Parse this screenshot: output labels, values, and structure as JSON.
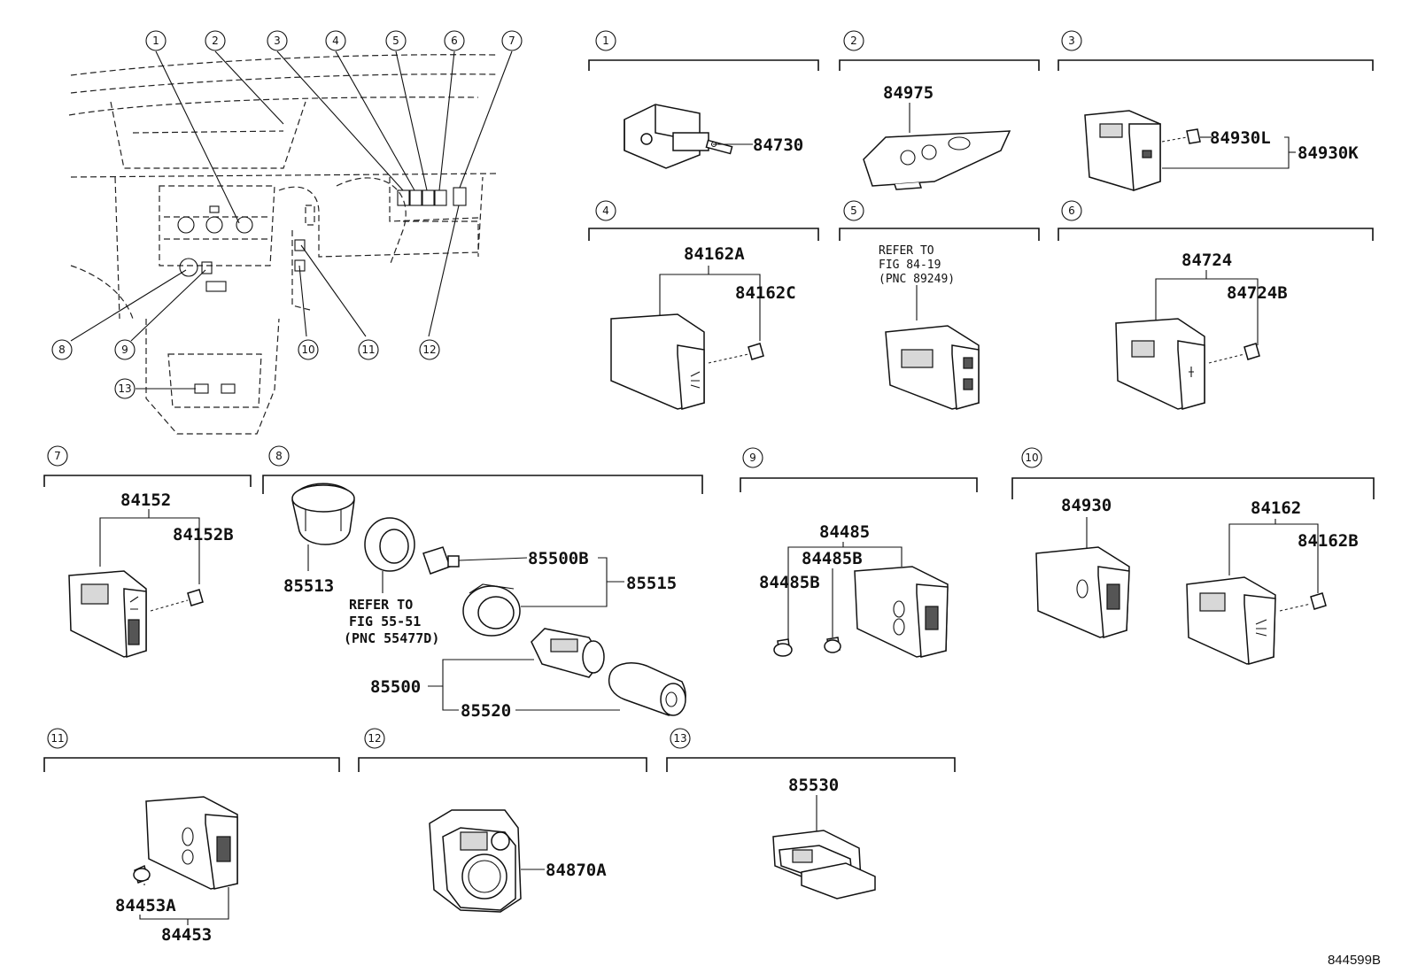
{
  "diagram": {
    "reference_code": "844599B",
    "overview_callouts": [
      "1",
      "2",
      "3",
      "4",
      "5",
      "6",
      "7",
      "8",
      "9",
      "10",
      "11",
      "12",
      "13"
    ],
    "sections": [
      {
        "id": "1",
        "parts": [
          "84730"
        ]
      },
      {
        "id": "2",
        "parts": [
          "84975"
        ]
      },
      {
        "id": "3",
        "parts": [
          "84930L",
          "84930K"
        ]
      },
      {
        "id": "4",
        "parts": [
          "84162A",
          "84162C"
        ]
      },
      {
        "id": "5",
        "parts": [],
        "note": [
          "REFER TO",
          "FIG 84-19",
          "(PNC 89249)"
        ]
      },
      {
        "id": "6",
        "parts": [
          "84724",
          "84724B"
        ]
      },
      {
        "id": "7",
        "parts": [
          "84152",
          "84152B"
        ]
      },
      {
        "id": "8",
        "parts": [
          "85513",
          "85500B",
          "85515",
          "85500",
          "85520"
        ],
        "note": [
          "REFER TO",
          "FIG 55-51",
          "(PNC 55477D)"
        ]
      },
      {
        "id": "9",
        "parts": [
          "84485",
          "84485B",
          "84485B"
        ]
      },
      {
        "id": "10",
        "parts": [
          "84930",
          "84162",
          "84162B"
        ]
      },
      {
        "id": "11",
        "parts": [
          "84453A",
          "84453"
        ]
      },
      {
        "id": "12",
        "parts": [
          "84870A"
        ]
      },
      {
        "id": "13",
        "parts": [
          "85530"
        ]
      }
    ]
  }
}
